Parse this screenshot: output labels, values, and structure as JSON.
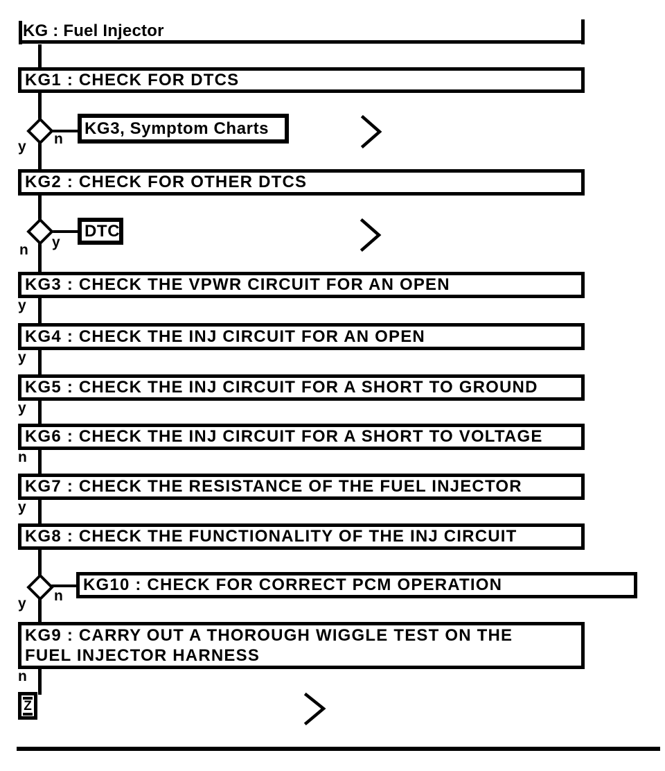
{
  "diagram": {
    "title": "KG : Fuel Injector",
    "steps": [
      {
        "id": "KG1",
        "label": "KG1 : CHECK FOR DTCS"
      },
      {
        "id": "KG2",
        "label": "KG2 : CHECK FOR OTHER DTCS"
      },
      {
        "id": "KG3",
        "label": "KG3 : CHECK THE VPWR CIRCUIT FOR AN OPEN",
        "exit_label": "y"
      },
      {
        "id": "KG4",
        "label": "KG4 : CHECK THE INJ CIRCUIT FOR AN OPEN",
        "exit_label": "y"
      },
      {
        "id": "KG5",
        "label": "KG5 : CHECK THE INJ CIRCUIT FOR A SHORT TO GROUND",
        "exit_label": "y"
      },
      {
        "id": "KG6",
        "label": "KG6 : CHECK THE INJ CIRCUIT FOR A SHORT TO VOLTAGE",
        "exit_label": "n"
      },
      {
        "id": "KG7",
        "label": "KG7 : CHECK THE RESISTANCE OF THE FUEL INJECTOR",
        "exit_label": "y"
      },
      {
        "id": "KG8",
        "label": "KG8 : CHECK THE FUNCTIONALITY OF THE INJ CIRCUIT"
      },
      {
        "id": "KG9",
        "label_lines": [
          "KG9 : CARRY OUT A THOROUGH WIGGLE TEST ON THE",
          "FUEL INJECTOR HARNESS"
        ],
        "exit_label": "n"
      }
    ],
    "decisions": [
      {
        "after": "KG1",
        "left_label": "y",
        "right_label": "n",
        "branch": "KG3, Symptom Charts"
      },
      {
        "after": "KG2",
        "left_label": "n",
        "right_label": "y",
        "branch": "DTC"
      },
      {
        "after": "KG8",
        "left_label": "y",
        "right_label": "n",
        "branch": "KG10 : CHECK FOR CORRECT PCM OPERATION"
      }
    ],
    "end_connector": {
      "label": "Z"
    },
    "icons": {
      "continue_chevron": ">"
    },
    "colors": {
      "line": "#000000",
      "background": "#ffffff",
      "box_fill": "#ffffff"
    }
  }
}
